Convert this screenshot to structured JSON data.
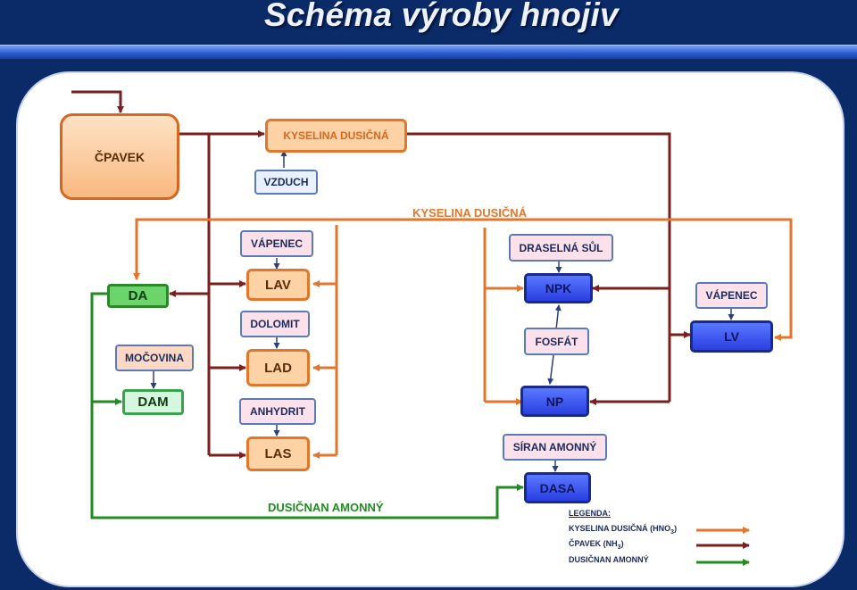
{
  "title": "Schéma výroby hnojiv",
  "colors": {
    "kyselina_dusicna": "#e2762c",
    "cpavek": "#7a1f1f",
    "dusicnan_amonny": "#228b22",
    "background": "#0b2a68",
    "info_arrow": "#2b3f7a"
  },
  "nodes": {
    "cpavek": "ČPAVEK",
    "kyselina_dusicna": "KYSELINA DUSIČNÁ",
    "vzduch": "VZDUCH",
    "vapenec_1": "VÁPENEC",
    "lav": "LAV",
    "dolomit": "DOLOMIT",
    "lad": "LAD",
    "anhydrit": "ANHYDRIT",
    "las": "LAS",
    "da": "DA",
    "mocovina": "MOČOVINA",
    "dam": "DAM",
    "draselna_sul": "DRASELNÁ SŮL",
    "npk": "NPK",
    "fosfat": "FOSFÁT",
    "np": "NP",
    "siran_amonny": "SÍRAN AMONNÝ",
    "dasa": "DASA",
    "vapenec_2": "VÁPENEC",
    "lv": "LV"
  },
  "edge_labels": {
    "kyselina_dusicna_line": "KYSELINA DUSIČNÁ",
    "dusicnan_amonny_line": "DUSIČNAN AMONNÝ"
  },
  "legend": {
    "title": "LEGENDA:",
    "items": [
      {
        "label": "KYSELINA DUSIČNÁ (HNO",
        "sub": "3",
        "suffix": ")",
        "color": "#e2762c"
      },
      {
        "label": "ČPAVEK (NH",
        "sub": "3",
        "suffix": ")",
        "color": "#7a1f1f"
      },
      {
        "label": "DUSIČNAN AMONNÝ",
        "sub": "",
        "suffix": "",
        "color": "#228b22"
      }
    ]
  }
}
